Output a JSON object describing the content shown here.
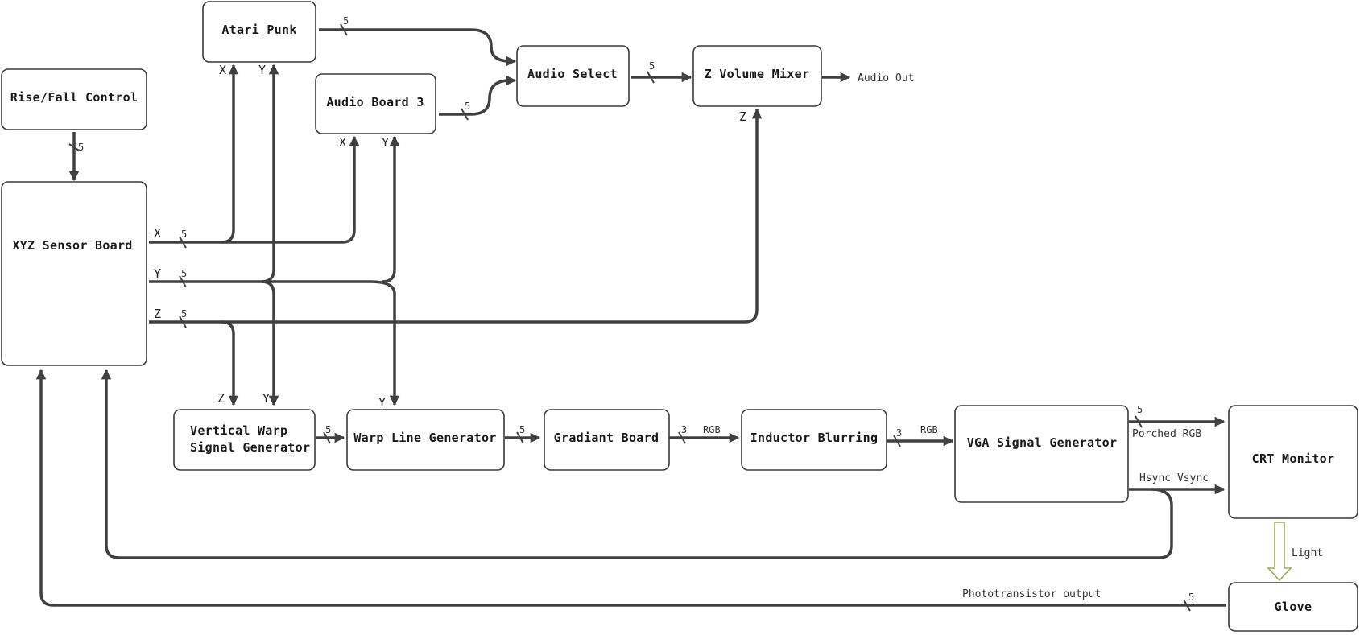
{
  "blocks": {
    "atari_punk": "Atari Punk",
    "audio_board_3": "Audio Board 3",
    "audio_select": "Audio Select",
    "z_volume_mixer": "Z Volume Mixer",
    "rise_fall_control": "Rise/Fall Control",
    "xyz_sensor_board": "XYZ Sensor Board",
    "vertical_warp_line1": "Vertical Warp",
    "vertical_warp_line2": "Signal Generator",
    "warp_line_generator": "Warp Line Generator",
    "gradiant_board": "Gradiant Board",
    "inductor_blurring": "Inductor Blurring",
    "vga_signal_generator": "VGA Signal Generator",
    "crt_monitor": "CRT Monitor",
    "glove": "Glove"
  },
  "labels": {
    "audio_out": "Audio Out",
    "x": "X",
    "y": "Y",
    "z": "Z",
    "bus_width_5": "5",
    "bus_width_3": "3",
    "rgb": "RGB",
    "porched_rgb": "Porched RGB",
    "hsync_vsync": "Hsync Vsync",
    "light": "Light",
    "phototransistor_output": "Phototransistor  output"
  },
  "colors": {
    "wire": "#404040",
    "box_border": "#3a3a3a",
    "light_arrow": "#9aab55"
  }
}
